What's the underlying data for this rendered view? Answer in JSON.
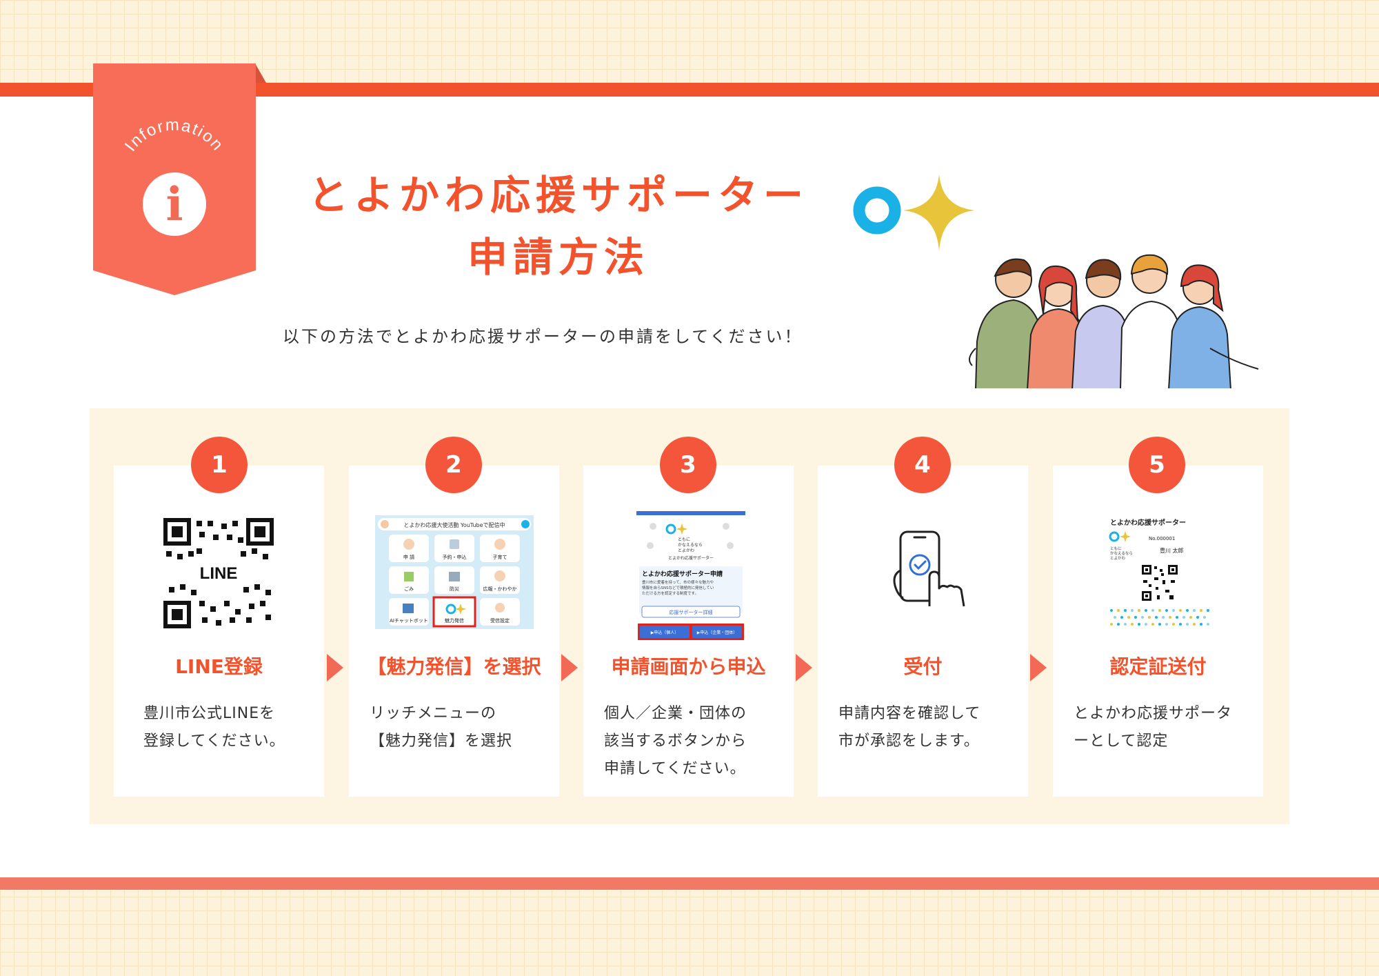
{
  "header": {
    "badge_label": "Information",
    "badge_icon": "info-icon",
    "title_lines": [
      "とよかわ応援サポーター",
      "申請方法"
    ],
    "subtitle": "以下の方法でとよかわ応援サポーターの申請をしてください！"
  },
  "colors": {
    "accent": "#f2532d",
    "badge": "#f26a55",
    "panel": "#fdf5e1",
    "logo_ring": "#1ab2e6",
    "logo_star": "#e8c43a"
  },
  "steps": [
    {
      "number": "1",
      "title": "LINE登録",
      "desc": [
        "豊川市公式LINEを",
        "登録してください。"
      ],
      "qr_label": "LINE"
    },
    {
      "number": "2",
      "title": "【魅力発信】を選択",
      "desc": [
        "リッチメニューの",
        "【魅力発信】を選択"
      ],
      "menu": {
        "header": "とよかわ応援大使活動 YouTubeで配信中",
        "items": [
          "申 請",
          "予約・申込",
          "子育て",
          "ごみ",
          "防災",
          "広報・かわやか",
          "AIチャットボット",
          "魅力発信",
          "受信設定"
        ]
      }
    },
    {
      "number": "3",
      "title": "申請画面から申込",
      "desc": [
        "個人／企業・団体の",
        "該当するボタンから",
        "申請してください。"
      ],
      "screen": {
        "tagline": [
          "ともに",
          "かなえるなら",
          "とよかわ"
        ],
        "caption": "とよかわ応援サポーター",
        "heading": "とよかわ応援サポーター申請",
        "body": [
          "豊川市に愛着を持って、市の様々な魅力や",
          "情報を自らSNSなどで積極的に発信してい",
          "ただける方を認定する制度です。"
        ],
        "detail_button": "応援サポーター詳細",
        "button_individual": "▶申込（個人）",
        "button_group": "▶申込（企業・団体）"
      }
    },
    {
      "number": "4",
      "title": "受付",
      "desc": [
        "申請内容を確認して",
        "市が承認をします。"
      ]
    },
    {
      "number": "5",
      "title": "認定証送付",
      "desc": [
        "とよかわ応援サポータ",
        "ーとして認定"
      ],
      "certificate": {
        "heading": "とよかわ応援サポーター",
        "number": "No.000001",
        "tagline": [
          "ともに",
          "かなえるなら",
          "とよかわ"
        ],
        "name": "豊川 太郎"
      }
    }
  ]
}
